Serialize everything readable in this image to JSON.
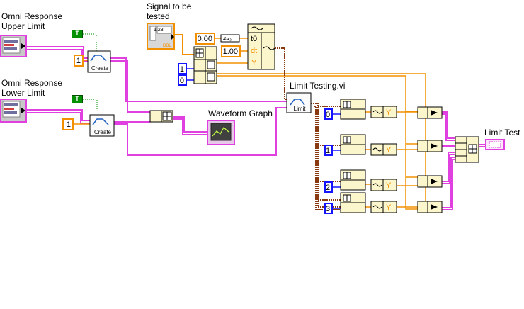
{
  "labels": {
    "upper_limit": "Omni Response Upper Limit",
    "lower_limit": "Omni Response Lower Limit",
    "signal": "Signal to be tested",
    "waveform_graph": "Waveform Graph",
    "limit_testing": "Limit Testing.vi",
    "limit_test": "Limit Test"
  },
  "constants": {
    "t0_value": "0.00",
    "dt_value": "1.00",
    "upper_create_input": "1",
    "lower_create_input": "1",
    "index_1": "1",
    "index_0": "0",
    "limit_index_0": "0",
    "limit_index_1": "1",
    "limit_index_2": "2",
    "limit_index_3": "3",
    "bool_true_1": "T",
    "bool_true_2": "T"
  },
  "nodes": {
    "create_upper": "Create",
    "create_lower": "Create",
    "limit": "Limit",
    "build_wf_t0": "t0",
    "build_wf_dt": "dt",
    "build_wf_y": "Y",
    "signal_dtype": "DBL",
    "signal_num": "1.23",
    "unbundle_y_0": "Y",
    "unbundle_y_1": "Y",
    "unbundle_y_2": "Y",
    "unbundle_y_3": "Y"
  },
  "colors": {
    "cluster_wire": "#e040e0",
    "orange_wire": "#f29000",
    "blue_wire": "#1414ff",
    "brown_wire": "#8a3a10",
    "bool_green": "#009000"
  }
}
